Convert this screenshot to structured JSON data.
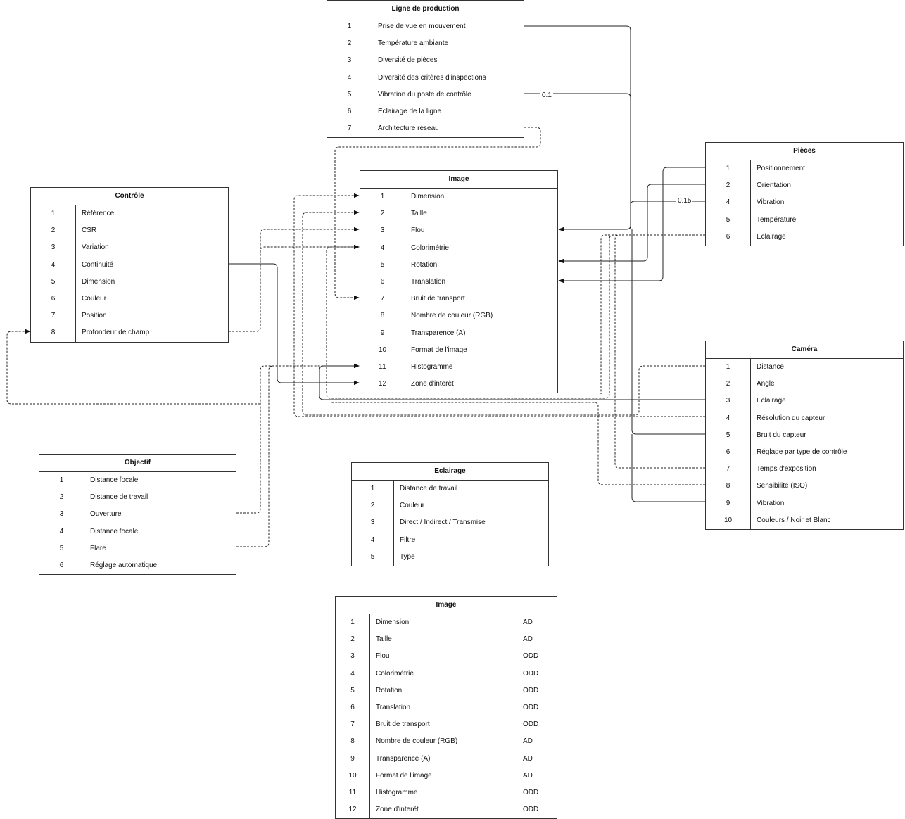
{
  "entities": [
    {
      "id": "ligne",
      "title": "Ligne de production",
      "rows": [
        {
          "num": "1",
          "label": "Prise de vue en mouvement"
        },
        {
          "num": "2",
          "label": "Température ambiante"
        },
        {
          "num": "3",
          "label": "Diversité de pièces"
        },
        {
          "num": "4",
          "label": "Diversité des critères d'inspections"
        },
        {
          "num": "5",
          "label": "Vibration du poste de contrôle"
        },
        {
          "num": "6",
          "label": "Eclairage de la ligne"
        },
        {
          "num": "7",
          "label": "Architecture réseau"
        }
      ]
    },
    {
      "id": "controle",
      "title": "Contrôle",
      "rows": [
        {
          "num": "1",
          "label": "Référence"
        },
        {
          "num": "2",
          "label": "CSR"
        },
        {
          "num": "3",
          "label": "Variation"
        },
        {
          "num": "4",
          "label": "Continuité"
        },
        {
          "num": "5",
          "label": "Dimension"
        },
        {
          "num": "6",
          "label": "Couleur"
        },
        {
          "num": "7",
          "label": "Position"
        },
        {
          "num": "8",
          "label": "Profondeur de champ"
        }
      ]
    },
    {
      "id": "image",
      "title": "Image",
      "rows": [
        {
          "num": "1",
          "label": "Dimension"
        },
        {
          "num": "2",
          "label": "Taille"
        },
        {
          "num": "3",
          "label": "Flou"
        },
        {
          "num": "4",
          "label": "Colorimétrie"
        },
        {
          "num": "5",
          "label": "Rotation"
        },
        {
          "num": "6",
          "label": "Translation"
        },
        {
          "num": "7",
          "label": "Bruit de transport"
        },
        {
          "num": "8",
          "label": "Nombre de couleur (RGB)"
        },
        {
          "num": "9",
          "label": "Transparence (A)"
        },
        {
          "num": "10",
          "label": "Format de l'image"
        },
        {
          "num": "11",
          "label": "Histogramme"
        },
        {
          "num": "12",
          "label": "Zone d'interêt"
        }
      ]
    },
    {
      "id": "pieces",
      "title": "Pièces",
      "rows": [
        {
          "num": "1",
          "label": "Positionnement"
        },
        {
          "num": "2",
          "label": "Orientation"
        },
        {
          "num": "4",
          "label": "Vibration"
        },
        {
          "num": "5",
          "label": "Température"
        },
        {
          "num": "6",
          "label": "Eclairage"
        }
      ]
    },
    {
      "id": "camera",
      "title": "Caméra",
      "rows": [
        {
          "num": "1",
          "label": "Distance"
        },
        {
          "num": "2",
          "label": "Angle"
        },
        {
          "num": "3",
          "label": "Eclairage"
        },
        {
          "num": "4",
          "label": "Résolution du capteur"
        },
        {
          "num": "5",
          "label": "Bruit du capteur"
        },
        {
          "num": "6",
          "label": "Réglage par type de contrôle"
        },
        {
          "num": "7",
          "label": "Temps d'exposition"
        },
        {
          "num": "8",
          "label": "Sensibilité (ISO)"
        },
        {
          "num": "9",
          "label": "Vibration"
        },
        {
          "num": "10",
          "label": "Couleurs / Noir et Blanc"
        }
      ]
    },
    {
      "id": "objectif",
      "title": "Objectif",
      "rows": [
        {
          "num": "1",
          "label": "Distance focale"
        },
        {
          "num": "2",
          "label": "Distance de travail"
        },
        {
          "num": "3",
          "label": "Ouverture"
        },
        {
          "num": "4",
          "label": "Distance focale"
        },
        {
          "num": "5",
          "label": "Flare"
        },
        {
          "num": "6",
          "label": "Réglage automatique"
        }
      ]
    },
    {
      "id": "eclairage",
      "title": "Eclairage",
      "rows": [
        {
          "num": "1",
          "label": "Distance de travail"
        },
        {
          "num": "2",
          "label": "Couleur"
        },
        {
          "num": "3",
          "label": "Direct / Indirect / Transmise"
        },
        {
          "num": "4",
          "label": "Filtre"
        },
        {
          "num": "5",
          "label": "Type"
        }
      ]
    },
    {
      "id": "image2",
      "title": "Image",
      "rows": [
        {
          "num": "1",
          "label": "Dimension",
          "code": "AD"
        },
        {
          "num": "2",
          "label": "Taille",
          "code": "AD"
        },
        {
          "num": "3",
          "label": "Flou",
          "code": "ODD"
        },
        {
          "num": "4",
          "label": "Colorimétrie",
          "code": "ODD"
        },
        {
          "num": "5",
          "label": "Rotation",
          "code": "ODD"
        },
        {
          "num": "6",
          "label": "Translation",
          "code": "ODD"
        },
        {
          "num": "7",
          "label": "Bruit de transport",
          "code": "ODD"
        },
        {
          "num": "8",
          "label": "Nombre de couleur (RGB)",
          "code": "AD"
        },
        {
          "num": "9",
          "label": "Transparence (A)",
          "code": "AD"
        },
        {
          "num": "10",
          "label": "Format de l'image",
          "code": "AD"
        },
        {
          "num": "11",
          "label": "Histogramme",
          "code": "ODD"
        },
        {
          "num": "12",
          "label": "Zone d'interêt",
          "code": "ODD"
        }
      ]
    }
  ],
  "edge_labels": [
    {
      "id": "vibration-ligne",
      "text": "0.1"
    },
    {
      "id": "vibration-pieces",
      "text": "0.15"
    }
  ]
}
